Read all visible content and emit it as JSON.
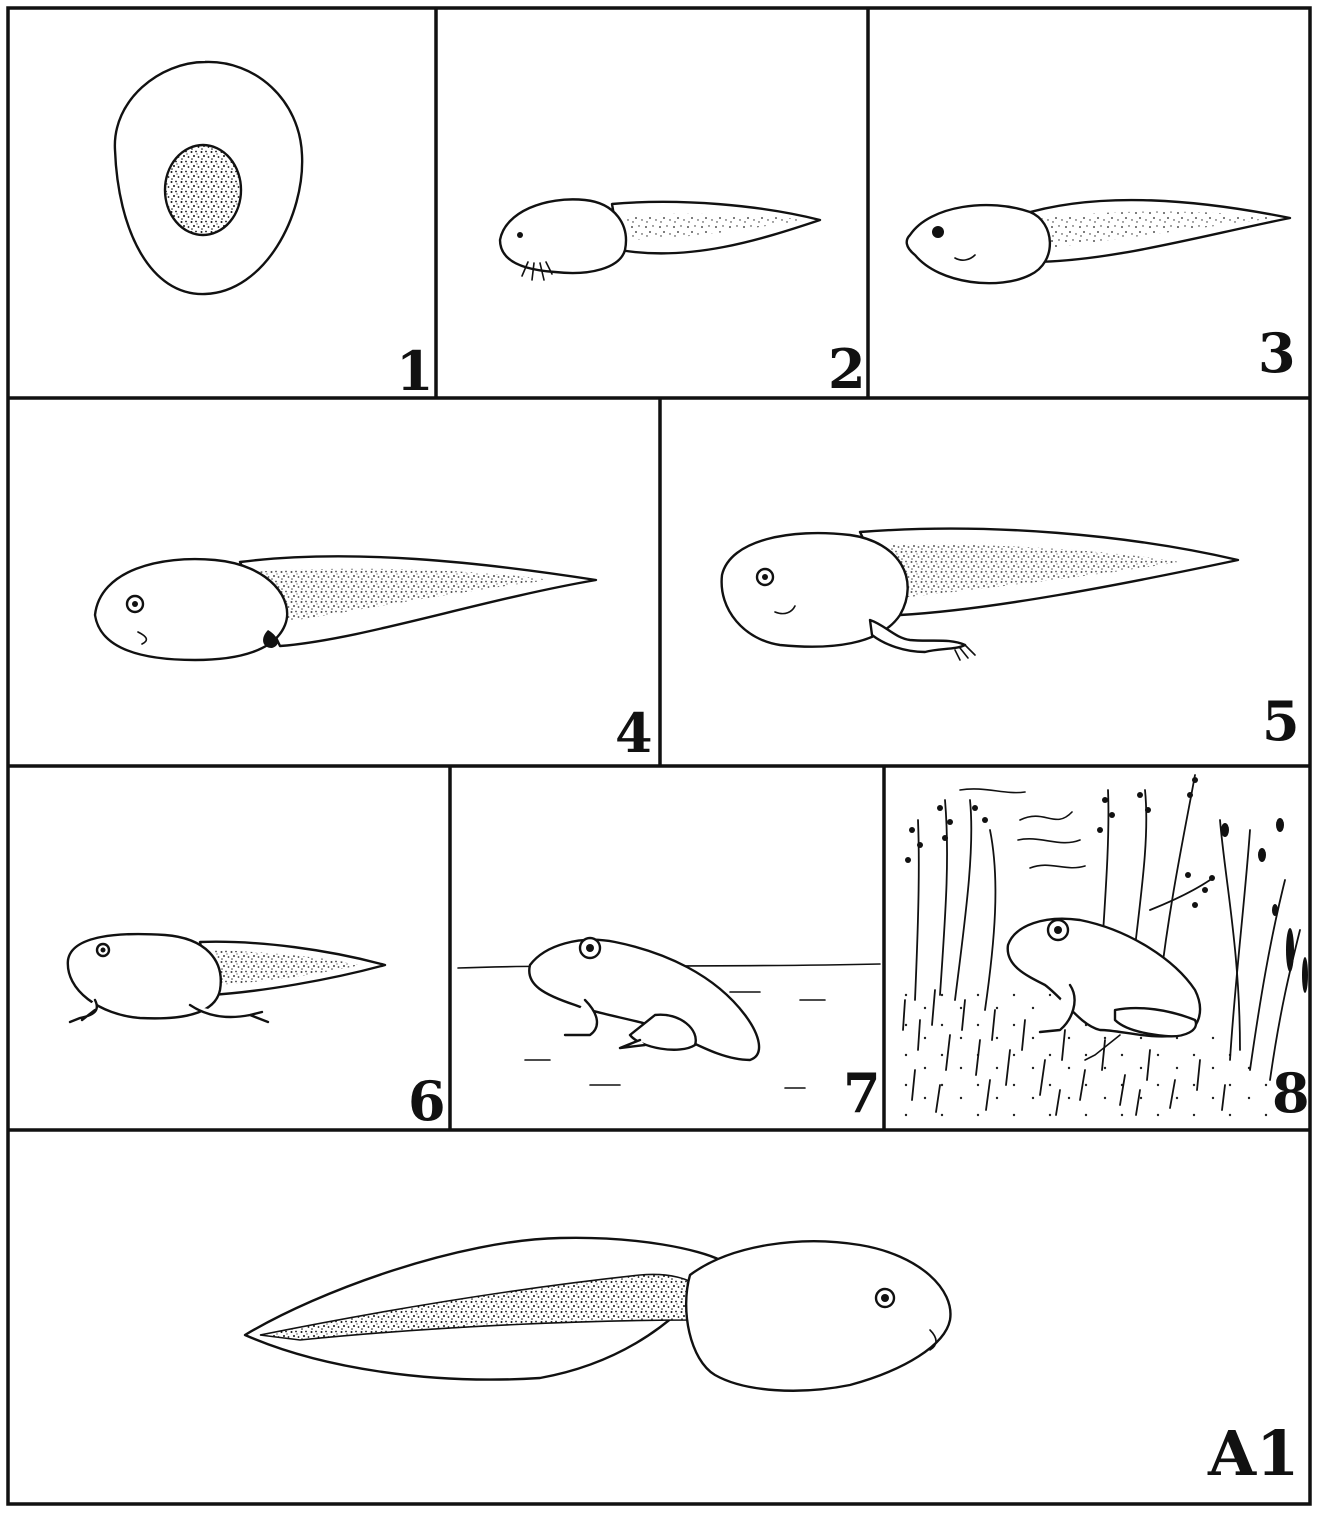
{
  "panels": [
    {
      "id": "1",
      "label": "1",
      "stage": "egg"
    },
    {
      "id": "2",
      "label": "2",
      "stage": "hatchling-with-external-gills"
    },
    {
      "id": "3",
      "label": "3",
      "stage": "tadpole"
    },
    {
      "id": "4",
      "label": "4",
      "stage": "tadpole-hind-leg-buds"
    },
    {
      "id": "5",
      "label": "5",
      "stage": "tadpole-with-hind-legs"
    },
    {
      "id": "6",
      "label": "6",
      "stage": "tadpole-with-four-legs"
    },
    {
      "id": "7",
      "label": "7",
      "stage": "froglet-at-water"
    },
    {
      "id": "8",
      "label": "8",
      "stage": "adult-frog-in-reeds"
    },
    {
      "id": "A1",
      "label": "A1",
      "stage": "large-tadpole"
    }
  ],
  "colors": {
    "ink": "#111111",
    "paper": "#ffffff"
  }
}
